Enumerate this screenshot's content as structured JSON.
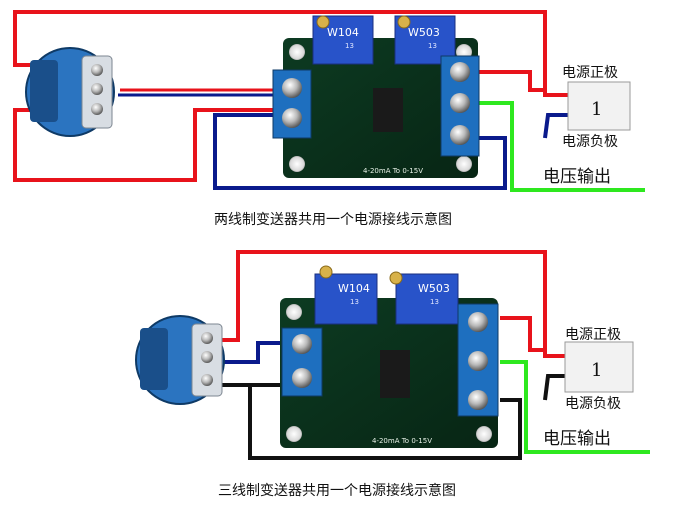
{
  "diagrams": [
    {
      "caption": "两线制变送器共用一个电源接线示意图",
      "power_positive": "电源正极",
      "power_negative": "电源负极",
      "voltage_output": "电压输出",
      "pot_left": "W104",
      "pot_right": "W503",
      "pot_left_sub": "13",
      "pot_right_sub": "13",
      "board_range": "4-20mA To 0-15V",
      "supply_digit": "1"
    },
    {
      "caption": "三线制变送器共用一个电源接线示意图",
      "power_positive": "电源正极",
      "power_negative": "电源负极",
      "voltage_output": "电压输出",
      "pot_left": "W104",
      "pot_right": "W503",
      "pot_left_sub": "13",
      "pot_right_sub": "13",
      "board_range": "4-20mA To 0-15V",
      "supply_digit": "1"
    }
  ],
  "wire_colors": {
    "positive": "#e8131b",
    "negative": "#0a1a8c",
    "ground": "#111111",
    "output": "#2ee81f"
  }
}
